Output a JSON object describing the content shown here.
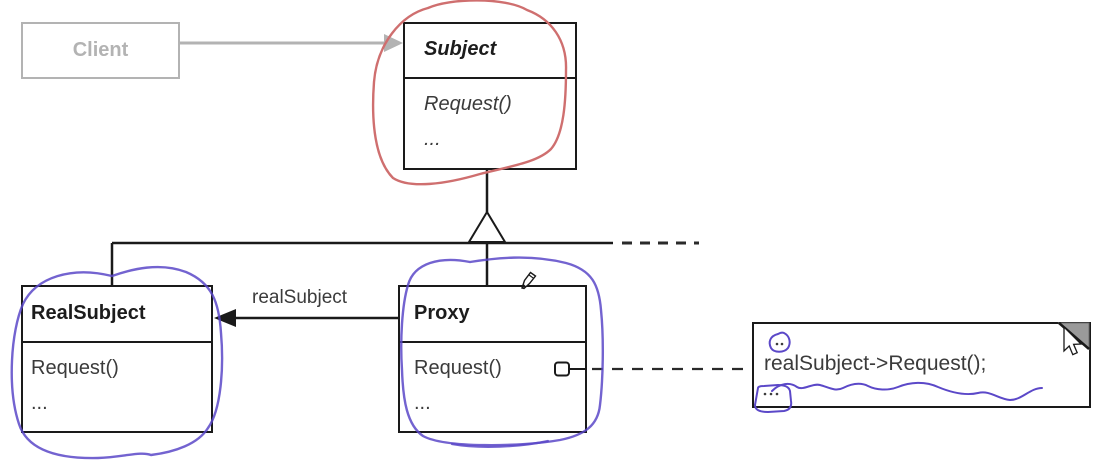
{
  "classes": {
    "client": {
      "name": "Client"
    },
    "subject": {
      "name": "Subject",
      "methods": [
        "Request()",
        "..."
      ]
    },
    "real_subject": {
      "name": "RealSubject",
      "methods": [
        "Request()",
        "..."
      ]
    },
    "proxy": {
      "name": "Proxy",
      "methods": [
        "Request()",
        "..."
      ]
    }
  },
  "labels": {
    "association": "realSubject"
  },
  "note": {
    "code": "realSubject->Request();"
  },
  "icons": {
    "pencil": "pencil-icon",
    "cursor": "cursor-arrow-icon",
    "note_fold": "folded-corner-icon",
    "note_connector": "note-link-connector-icon"
  },
  "colors": {
    "line": "#1a1a1a",
    "client_gray": "#b3b3b3",
    "red_ink": "#cf6f6f",
    "blue_ink": "#5b48c8",
    "fold_gray": "#9a9a9a",
    "background": "#ffffff"
  }
}
